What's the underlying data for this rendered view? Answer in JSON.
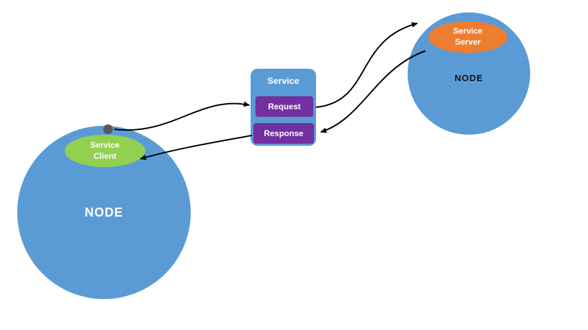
{
  "diagram": {
    "left_node": {
      "label": "NODE"
    },
    "service_client": {
      "line1": "Service",
      "line2": "Client"
    },
    "right_node": {
      "label": "NODE"
    },
    "service_server": {
      "line1": "Service",
      "line2": "Server"
    },
    "service_box": {
      "title": "Service",
      "request_label": "Request",
      "response_label": "Response"
    },
    "colors": {
      "node_blue": "#5b9bd5",
      "client_green": "#92d050",
      "server_orange": "#ed7d31",
      "message_purple": "#7030a0",
      "arrow_black": "#000000",
      "anchor_gray": "#595959"
    }
  }
}
